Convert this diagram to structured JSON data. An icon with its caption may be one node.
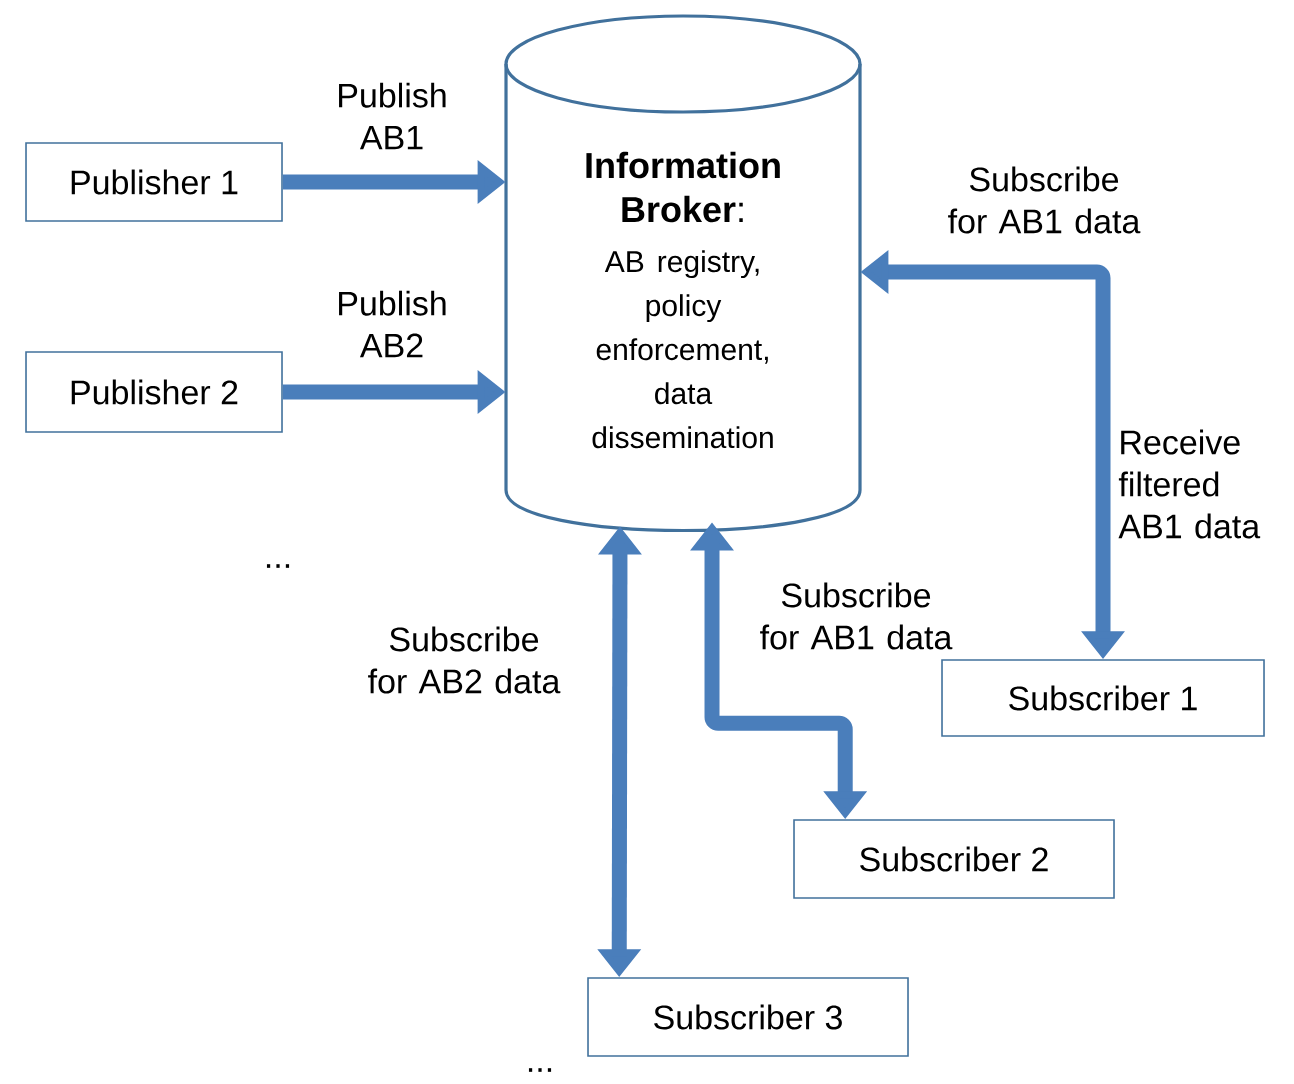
{
  "diagram": {
    "nodes": [
      {
        "text": [
          "Publisher 1"
        ]
      },
      {
        "text": [
          "Publisher 2"
        ]
      },
      {
        "text": [
          "**Information Broker**:",
          "AB registry, policy enforcement, data dissemination"
        ]
      },
      {
        "text": [
          "Subscriber 1"
        ]
      },
      {
        "text": [
          "Subscriber 2"
        ]
      },
      {
        "text": [
          "Subscriber 3"
        ]
      }
    ],
    "edges": [
      {
        "from": 0,
        "to": 2,
        "arrow": "to",
        "label": "Publish AB1"
      },
      {
        "from": 1,
        "to": 2,
        "arrow": "to",
        "label": "Publish AB2"
      },
      {
        "from": 3,
        "to": 2,
        "arrow": "both",
        "label": "Subscribe for AB1 data"
      },
      {
        "from": 4,
        "to": 2,
        "arrow": "both",
        "label": "Subscribe for AB1 data"
      },
      {
        "from": 5,
        "to": 2,
        "arrow": "both",
        "label": "Subscribe for AB2 data"
      }
    ],
    "labels": [
      "Receive filtered AB1 data",
      "...",
      "..."
    ]
  }
}
